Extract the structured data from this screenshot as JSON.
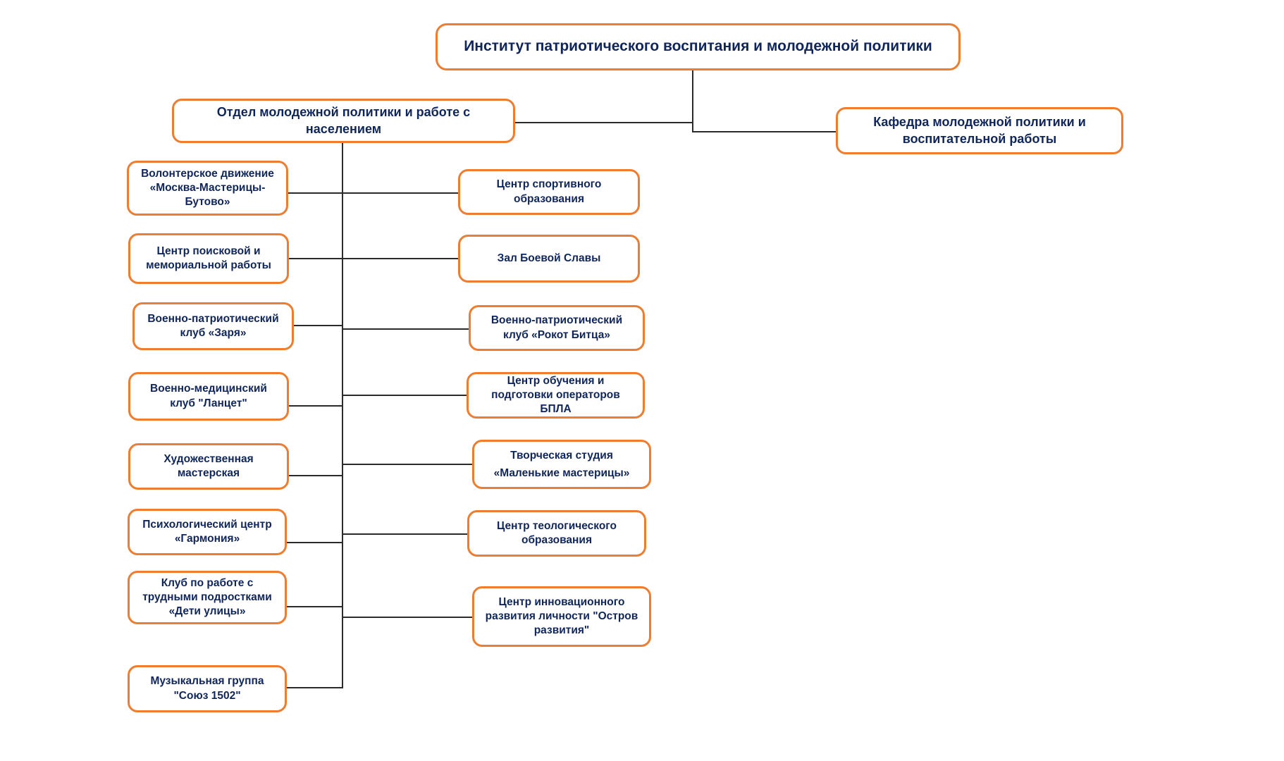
{
  "diagram": {
    "title_root": "Институт патриотического воспитания и молодежной политики",
    "colors": {
      "node_border": "#ED7D31",
      "node_text": "#10265A",
      "connector": "#2B2B2B",
      "background": "#FFFFFF"
    },
    "level2": [
      {
        "id": "otdel",
        "label": "Отдел молодежной политики и работе с населением"
      },
      {
        "id": "kafedra",
        "label": "Кафедра молодежной политики и воспитательной работы"
      }
    ],
    "left_column": [
      {
        "id": "volunteer",
        "label": "Волонтерское движение «Москва-Мастерицы-Бутово»"
      },
      {
        "id": "search-memorial",
        "label": "Центр поисковой и мемориальной работы"
      },
      {
        "id": "zarya",
        "label": "Военно-патриотический клуб «Заря»"
      },
      {
        "id": "lancet",
        "label": "Военно-медицинский клуб \"Ланцет\""
      },
      {
        "id": "art-workshop",
        "label": "Художественная мастерская"
      },
      {
        "id": "harmony",
        "label": "Психологический центр «Гармония»"
      },
      {
        "id": "street-kids",
        "label": "Клуб по работе с трудными подростками «Дети улицы»"
      },
      {
        "id": "soyuz-1502",
        "label": "Музыкальная группа \"Союз 1502\""
      }
    ],
    "right_column": [
      {
        "id": "sport-center",
        "label": "Центр спортивного образования"
      },
      {
        "id": "glory-hall",
        "label": "Зал Боевой Славы"
      },
      {
        "id": "rokot-bitca",
        "label": "Военно-патриотический клуб «Рокот Битца»"
      },
      {
        "id": "bpla-center",
        "label": "Центр обучения и подготовки операторов БПЛА"
      },
      {
        "id": "little-masters",
        "label": "Творческая студия\n«Маленькие мастерицы»"
      },
      {
        "id": "theology-center",
        "label": "Центр теологического образования"
      },
      {
        "id": "innovation-island",
        "label": "Центр инновационного развития личности \"Остров развития\""
      }
    ]
  }
}
